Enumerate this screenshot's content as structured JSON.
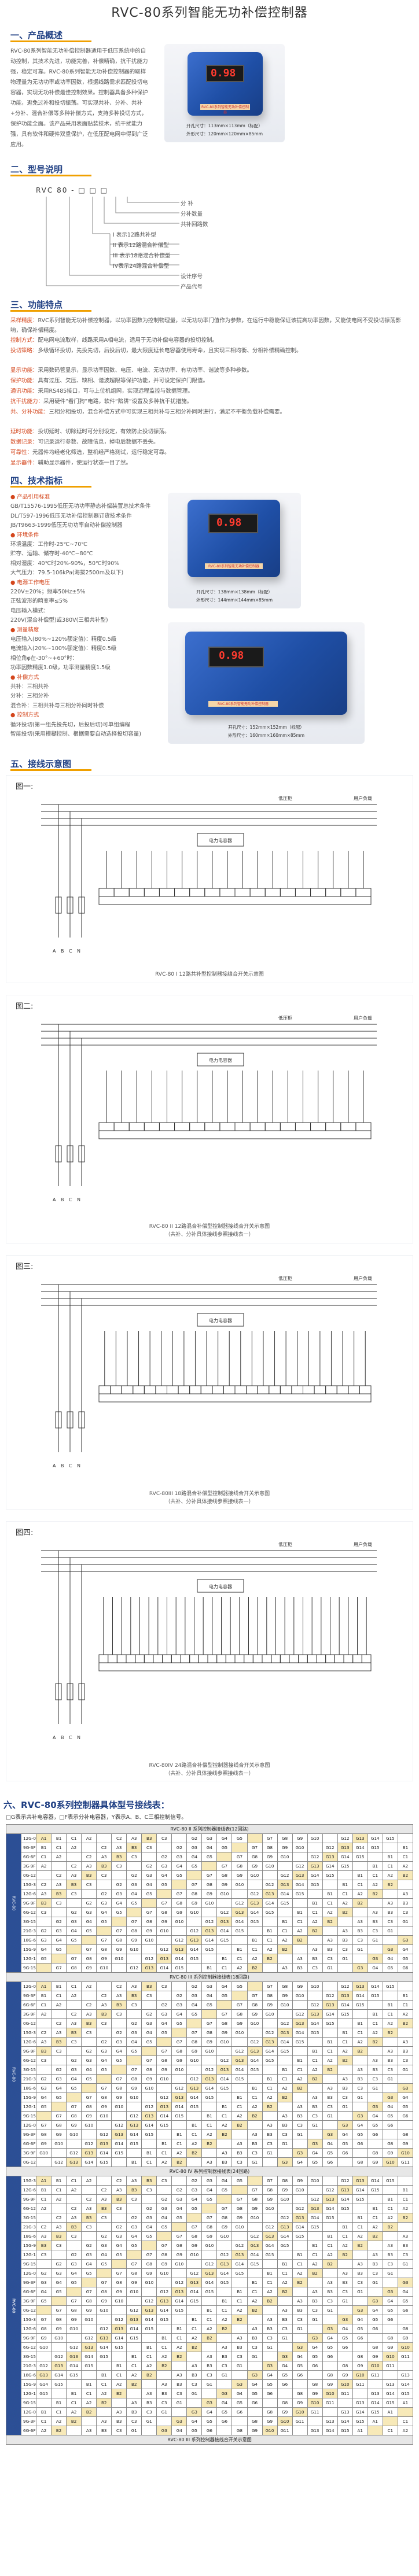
{
  "page": {
    "title": "RVC-80系列智能无功补偿控制器"
  },
  "sections": {
    "s1": {
      "num": "一、",
      "title": "产品概述"
    },
    "s2": {
      "num": "二、",
      "title": "型号说明"
    },
    "s3": {
      "num": "三、",
      "title": "功能特点"
    },
    "s4": {
      "num": "四、",
      "title": "技术指标"
    },
    "s5": {
      "num": "五、",
      "title": "接线示意图"
    },
    "s6": {
      "num": "六、",
      "title": "RVC-80系列控制器具体型号接线表："
    }
  },
  "overview": {
    "text": "RVC-80系列智能无功补偿控制器适用于低压系统中的自动控制，其技术先进，功能完善，补偿精确，抗干扰能力强，稳定可靠。RVC-80系列智能无功补偿控制器的取样物理量为无功功率或功率因数，根据线路需求匹配投切电容器，实现无功补偿最佳控制效果。控制器具备多种保护功能，避免过补和投切振荡。可实现共补、分补、共补+分补、混合补偿等多种补偿方式，支持多种投切方式，保护功能全面。该产品采用表面贴装技术，抗干扰能力强，具有软件和硬件双重保护，在低压配电网中得到广泛应用。"
  },
  "photo1": {
    "digits": "0.98",
    "strip": "RVC-80系列智能无功补偿控制器",
    "caption_a": "开孔尺寸：113mm×113mm（标配）",
    "caption_b": "外形尺寸：120mm×120mm×85mm"
  },
  "model": {
    "code": "RVC 80 - □ □ □",
    "items": [
      "分 补",
      "分补数量",
      "共补回路数",
      "I 表示12路共补型",
      "II 表示12路混合补偿型",
      "III 表示18路混合补偿型",
      "IV表示24路混合补偿型",
      "设计序号",
      "产品代号"
    ]
  },
  "features": [
    {
      "k": "采样精度：",
      "v": "RVC系列智能无功补偿控制器，以功率因数为控制物理量，以无功功率门值作为参数，在运行中稳能保证该提高功率因数，又能使电网不受投切振荡影响，确保补偿精度。"
    },
    {
      "k": "控制方式：",
      "v": "配电网电流取样，线路采用A相电流，适用于无功补偿电容器的投切控制。"
    },
    {
      "k": "投切策略：",
      "v": "多级循环投切，先投先切，后投后切，最大限度延长电容器使用寿命，且实现三相均衡、分相补偿精确控制。"
    },
    {
      "k": "显示功能：",
      "v": "采用数码管显示，显示功率因数、电压、电流、无功功率、有功功率、谐波等多种参数。"
    },
    {
      "k": "保护功能：",
      "v": "具有过压、欠压、缺相、谐波超限等保护功能，并可设定保护门限值。"
    },
    {
      "k": "通讯功能：",
      "v": "采用RS485接口，可与上位机组网，实现远程监控与数据管理。"
    },
    {
      "k": "抗干扰能力：",
      "v": "采用硬件“看门狗”电路，软件“陷阱”设置及多种抗干扰措施。"
    },
    {
      "k": "共、分补功能：",
      "v": "三相分相投切，混合补偿方式中可实现三相共补与三相分补同时进行，满足不平衡负载补偿需要。"
    },
    {
      "k": "延时功能：",
      "v": "投切延时、切除延时可分别设定，有效防止投切振荡。"
    },
    {
      "k": "数据记录：",
      "v": "可记录运行参数、故障信息，掉电后数据不丢失。"
    },
    {
      "k": "可靠性：",
      "v": "元器件均经老化筛选，整机经严格测试，运行稳定可靠。"
    },
    {
      "k": "显示器件：",
      "v": "辅助显示器件，使运行状态一目了然。"
    }
  ],
  "specs": [
    {
      "t": "● 产品引用标准",
      "h": true
    },
    {
      "t": "GB/T15576-1995低压无功功率静态补偿装置总技术条件",
      "h": false
    },
    {
      "t": "DL/T597-1996低压无功补偿控制器订货技术条件",
      "h": false
    },
    {
      "t": "JB/T9663-1999低压无功功率自动补偿控制器",
      "h": false
    },
    {
      "t": "● 环境条件",
      "h": true
    },
    {
      "t": "环境温度：工作时-25℃~70℃",
      "h": false
    },
    {
      "t": "贮存、运输、储存时-40℃~80℃",
      "h": false
    },
    {
      "t": "相对湿度：40℃时20%-90%，50℃时90%",
      "h": false
    },
    {
      "t": "大气压力：79.5-106kPa(海拔2500m及以下)",
      "h": false
    },
    {
      "t": "● 电源工作电压",
      "h": true
    },
    {
      "t": "220V±20%；频率50Hz±5%",
      "h": false
    },
    {
      "t": "正弦波形的畸变率≤5%",
      "h": false
    },
    {
      "t": "电压输入模式：",
      "h": false
    },
    {
      "t": "220V(混合补偿型)或380V(三相共补型)",
      "h": false
    },
    {
      "t": "● 测量精度",
      "h": true
    },
    {
      "t": "电压输入(80%~120%额定值)：精度0.5级",
      "h": false
    },
    {
      "t": "电流输入(20%~100%额定值)：精度0.5级",
      "h": false
    },
    {
      "t": "相位角φ在-30°~+60°时：",
      "h": false
    },
    {
      "t": "功率因数精度1.0级，功率测量精度1.5级",
      "h": false
    },
    {
      "t": "● 补偿方式",
      "h": true
    },
    {
      "t": "共补：三相共补",
      "h": false
    },
    {
      "t": "分补：三相分补",
      "h": false
    },
    {
      "t": "混合补：三相共补与三相分补同时补偿",
      "h": false
    },
    {
      "t": "● 控制方式",
      "h": true
    },
    {
      "t": "循环投切(第一组先投先切，后投后切)可单组编程",
      "h": false
    },
    {
      "t": "智能投切(采用模糊控制、根据需要自动选择投切容量)",
      "h": false
    }
  ],
  "photo2": {
    "digits": "0.98",
    "strip": "RVC-80系列智能无功补偿控制器",
    "caption_a": "开孔尺寸：138mm×138mm（标配）",
    "caption_b": "外形尺寸：144mm×144mm×85mm"
  },
  "photo3": {
    "digits": "0.98",
    "strip": "RVC-80系列智能无功补偿控制器",
    "caption_a": "开孔尺寸：152mm×152mm（标配）",
    "caption_b": "外形尺寸：160mm×160mm×85mm"
  },
  "diagrams": [
    {
      "label": "图一:",
      "caption": "RVC-80 I  12路共补型控制器接線合开关示意图",
      "caption2": ""
    },
    {
      "label": "图二:",
      "caption": "RVC-80 II  12路混合补偿型控制器接线合开关示意图",
      "caption2": "（共补、分补具体接线参照接线表一）"
    },
    {
      "label": "图三:",
      "caption": "RVC-80III  18路混合补偿型控制器接线合开关示意图",
      "caption2": "（共补、分补具体接线参照接线表一）"
    },
    {
      "label": "图四:",
      "caption": "RVC-80IV  24路混合补偿型控制器接线合开关示意图",
      "caption2": "（共补、分补具体接线参照接线表一）"
    }
  ],
  "diagram_text": {
    "breaker": "低压柜",
    "load": "用户负载",
    "cap": "电力电容器",
    "phases": [
      "A",
      "B",
      "C",
      "N"
    ]
  },
  "wiring": {
    "legend": "□G表示共补电容器，□F表示分补电容器，Y表示A、B、C三相控制信号。",
    "band1": "RVC-80 II 系列控制器接线表(12回路)",
    "band2": "RVC-80 III 系列控制器接线表(18回路)",
    "band3": "RVC-80 IV 系列控制器接线表(24回路)",
    "footer": "RVC-80 III 系列控制器接线合开关示意图"
  }
}
